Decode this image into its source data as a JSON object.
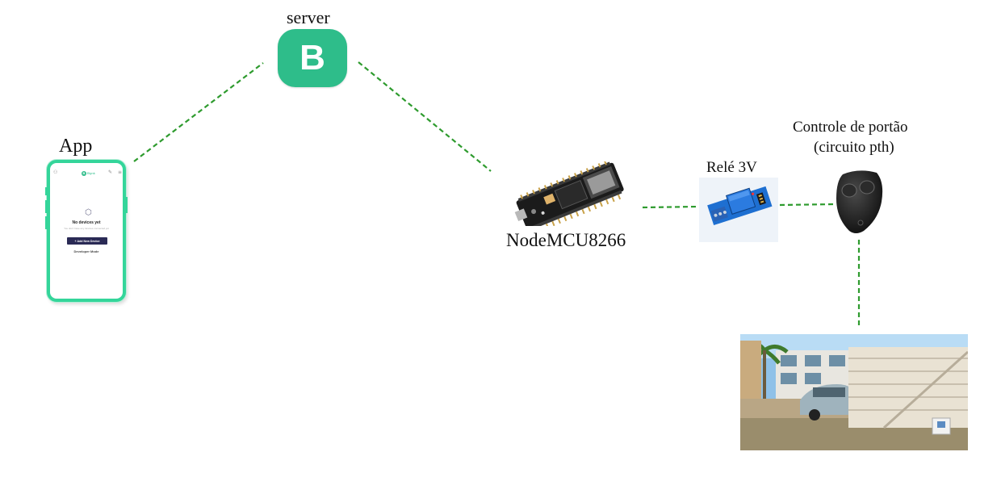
{
  "labels": {
    "server": "server",
    "app": "App",
    "nodemcu": "NodeMCU8266",
    "relay": "Relé 3V",
    "remote_line1": "Controle de portão",
    "remote_line2": "(circuito pth)"
  },
  "server_logo": {
    "letter": "B",
    "color": "#2ebd8a"
  },
  "phone_screen": {
    "title": "No devices yet",
    "subtitle": "You don't have any devices connected yet",
    "add_button": "+ Add New Device",
    "developer_link": "Developer Mode",
    "logo_text": "Blynk"
  },
  "colors": {
    "connection_line": "#2e9b2e",
    "phone_frame": "#34d59a"
  },
  "icons": {
    "phone_menu": "user-icon",
    "phone_wrench": "wrench-icon",
    "phone_hamburger": "hamburger-icon",
    "cube": "cube-icon"
  }
}
